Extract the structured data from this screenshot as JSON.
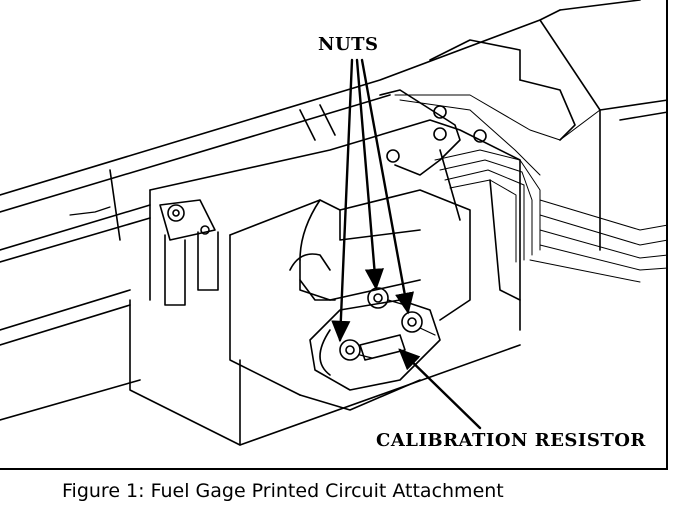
{
  "labels": {
    "nuts": "NUTS",
    "calibration_resistor": "CALIBRATION RESISTOR"
  },
  "caption": "Figure 1:  Fuel Gage Printed Circuit Attachment",
  "colors": {
    "ink": "#000000",
    "paper": "#ffffff",
    "hatch": "#555555"
  }
}
